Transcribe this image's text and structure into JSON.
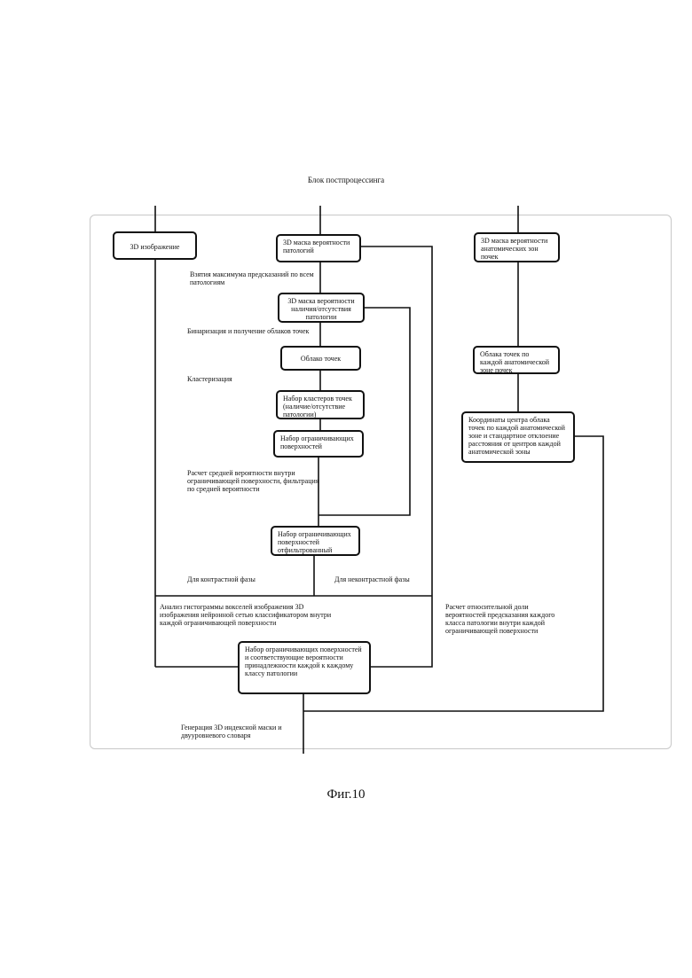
{
  "header": "Блок постпроцессинга",
  "boxes": {
    "image_3d": "3D изображение",
    "mask_pathology": "3D маска вероятности патологий",
    "mask_anatomy": "3D маска вероятности анатомических зон почек",
    "mask_presence": "3D маска вероятности наличия/отсутствия патологии",
    "point_cloud": "Облако точек",
    "point_clouds_anatomy": "Облака точек по каждой анатомической зоне почек",
    "cluster_set": "Набор кластеров точек (наличие/отсутствие патологии)",
    "coords_center": "Координаты центра облака точек по каждой анатомической зоне и стандартное отклоение расстояния от центров каждой анатомической зоны",
    "bounding_set": "Набор ограничивающих поверхностей",
    "bounding_filtered": "Набор ограничивающих поверхностей отфильтрованный",
    "result_set": "Набор ограничивающих поверхностей и соответствующие вероятности принадлежности каждой к каждому классу патологии"
  },
  "labels": {
    "max_pred": "Взятия максимума предсказаний по всем патологиям",
    "binarization": "Бинаризация и получение облаков точек",
    "clustering": "Кластеризация",
    "avg_prob": "Расчет средней вероятности внутри ограничивающей поверхности, фильтрация по средней вероятности",
    "contrast": "Для контрастной фазы",
    "noncontrast": "Для неконтрастной фазы",
    "histogram": "Анализ гистограммы вокселей изображения 3D изображения нейронной сетью классификатором внутри каждой ограничивающей поверхности",
    "relative_share": "Расчет относительной доли вероятностей предсказания каждого класса патологии внутри каждой ограничивающей поверхности",
    "generation": "Генерация 3D индексной маски и двууровневого словаря"
  },
  "caption": "Фиг.10"
}
